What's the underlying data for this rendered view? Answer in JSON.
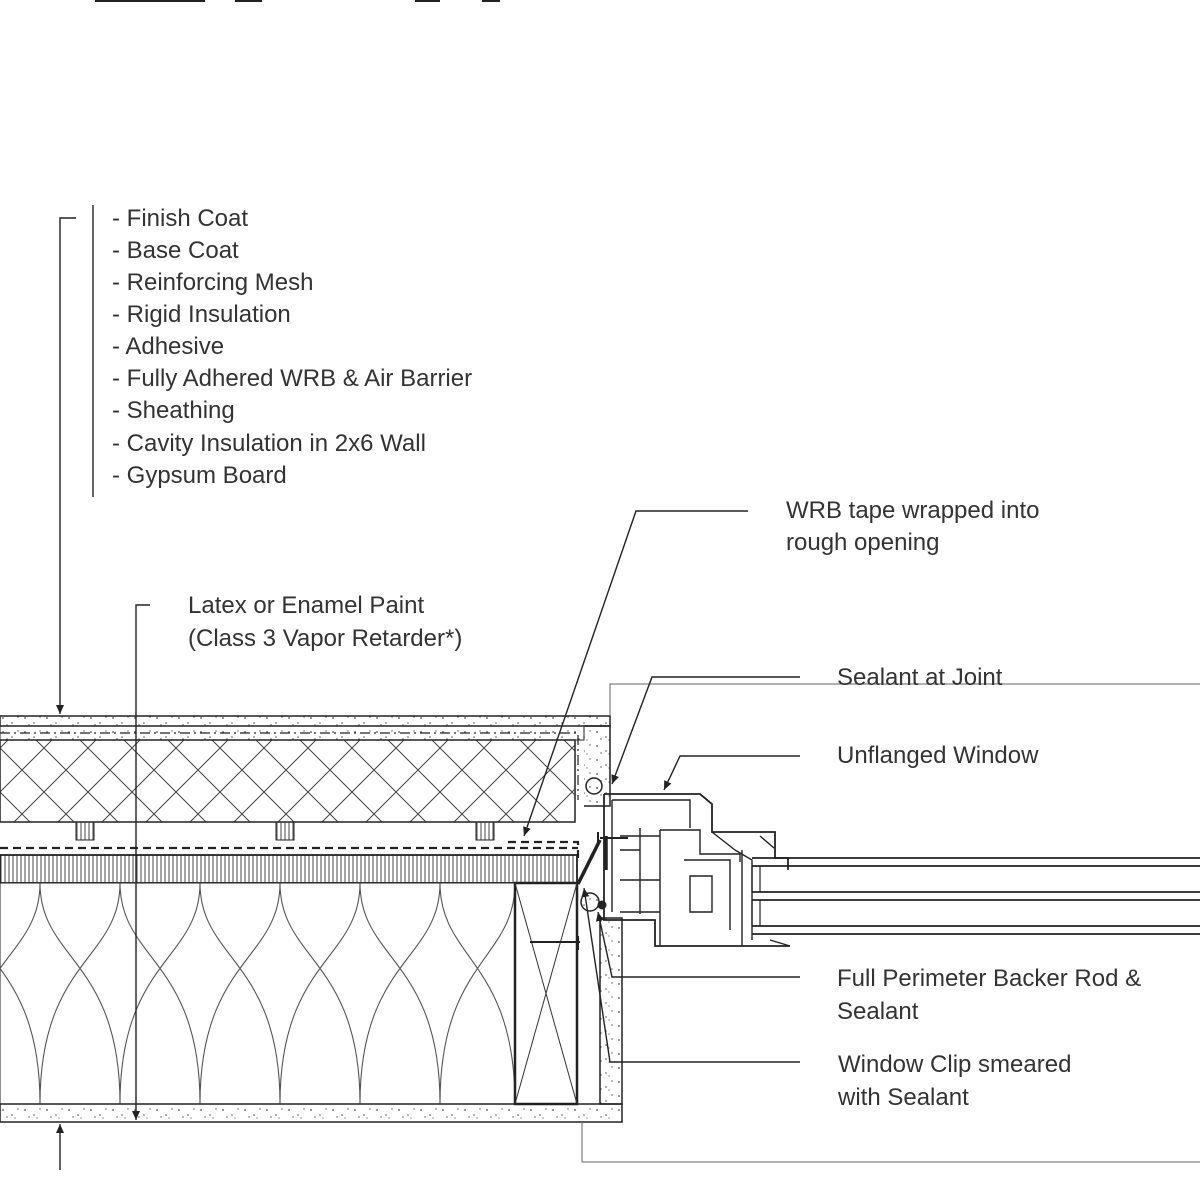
{
  "diagram": {
    "wall_assembly_layers": [
      "- Finish Coat",
      "- Base Coat",
      "- Reinforcing Mesh",
      "- Rigid Insulation",
      "- Adhesive",
      "- Fully Adhered WRB & Air Barrier",
      "- Sheathing",
      "- Cavity Insulation in 2x6 Wall",
      "- Gypsum Board"
    ],
    "paint_callout": [
      "Latex or Enamel Paint",
      "(Class 3 Vapor Retarder*)"
    ],
    "wrb_tape_callout": [
      "WRB tape wrapped into",
      "rough opening"
    ],
    "sealant_joint_callout": "Sealant at Joint",
    "window_callout": "Unflanged Window",
    "backer_rod_callout": [
      "Full Perimeter Backer Rod &",
      "Sealant"
    ],
    "window_clip_callout": [
      "Window Clip smeared",
      "with Sealant"
    ],
    "colors": {
      "line": "#222222",
      "text": "#333333",
      "background": "#ffffff"
    }
  }
}
